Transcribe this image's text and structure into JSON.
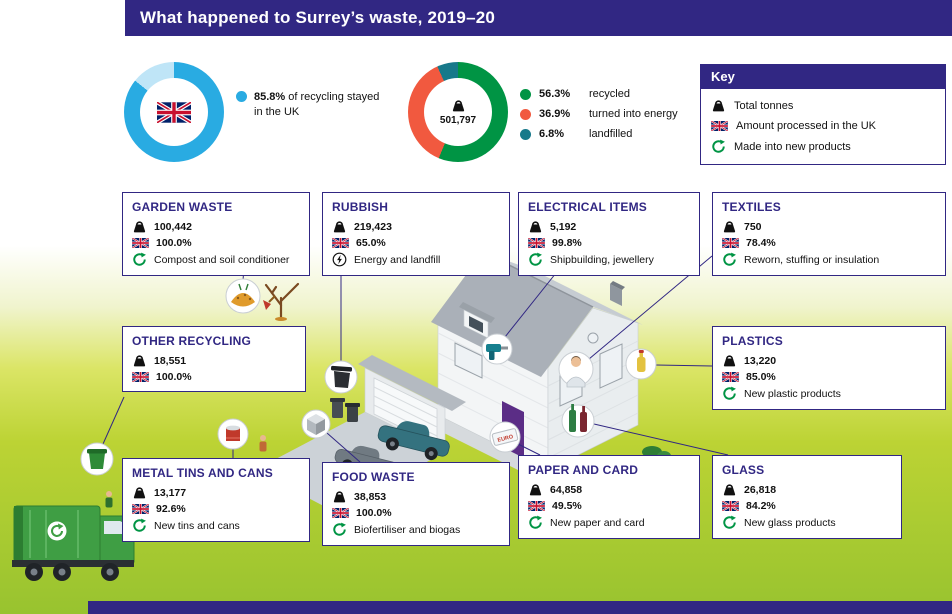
{
  "title_bar": {
    "title": "What happened to Surrey’s waste, 2019–20"
  },
  "colors": {
    "primary_purple": "#312783",
    "donut_blue": "#29abe2",
    "recycled_green": "#009444",
    "energy_orange": "#f1593f",
    "landfill_teal": "#17798a",
    "recycle_icon_green": "#009444"
  },
  "chart_data": [
    {
      "type": "pie",
      "name": "recycling-processed-in-uk",
      "values": [
        {
          "pct": 85.8,
          "pct_label": "85.8%",
          "label": "of recycling stayed in the UK",
          "color": "#29abe2"
        },
        {
          "pct": 14.2,
          "label": "",
          "color": "#bfe5f7"
        }
      ],
      "center": "uk-flag"
    },
    {
      "type": "pie",
      "name": "waste-destination",
      "center_label": "501,797",
      "values": [
        {
          "pct": 56.3,
          "pct_label": "56.3%",
          "label": "recycled",
          "color": "#009444"
        },
        {
          "pct": 36.9,
          "pct_label": "36.9%",
          "label": "turned into energy",
          "color": "#f1593f"
        },
        {
          "pct": 6.8,
          "pct_label": "6.8%",
          "label": "landfilled",
          "color": "#17798a"
        }
      ]
    }
  ],
  "key": {
    "title": "Key",
    "items": [
      {
        "icon": "weight-icon",
        "label": "Total tonnes"
      },
      {
        "icon": "uk-flag-icon",
        "label": "Amount processed in the UK"
      },
      {
        "icon": "recycle-icon",
        "label": "Made into new products"
      }
    ]
  },
  "cards": [
    {
      "title": "GARDEN WASTE",
      "tonnes": "100,442",
      "uk_pct": "100.0%",
      "product": "Compost and soil conditioner"
    },
    {
      "title": "RUBBISH",
      "tonnes": "219,423",
      "uk_pct": "65.0%",
      "product": "Energy and landfill"
    },
    {
      "title": "ELECTRICAL ITEMS",
      "tonnes": "5,192",
      "uk_pct": "99.8%",
      "product": "Shipbuilding, jewellery"
    },
    {
      "title": "TEXTILES",
      "tonnes": "750",
      "uk_pct": "78.4%",
      "product": "Reworn, stuffing or insulation"
    },
    {
      "title": "OTHER RECYCLING",
      "tonnes": "18,551",
      "uk_pct": "100.0%"
    },
    {
      "title": "PLASTICS",
      "tonnes": "13,220",
      "uk_pct": "85.0%",
      "product": "New plastic products"
    },
    {
      "title": "METAL TINS AND CANS",
      "tonnes": "13,177",
      "uk_pct": "92.6%",
      "product": "New tins and cans"
    },
    {
      "title": "FOOD WASTE",
      "tonnes": "38,853",
      "uk_pct": "100.0%",
      "product": "Biofertiliser and biogas"
    },
    {
      "title": "PAPER AND CARD",
      "tonnes": "64,858",
      "uk_pct": "49.5%",
      "product": "New paper and card"
    },
    {
      "title": "GLASS",
      "tonnes": "26,818",
      "uk_pct": "84.2%",
      "product": "New glass products"
    }
  ]
}
